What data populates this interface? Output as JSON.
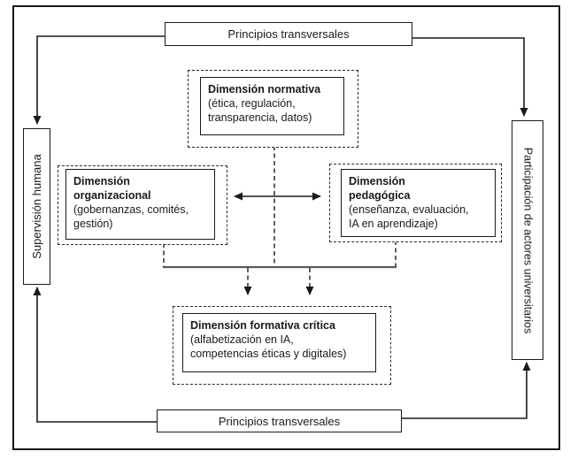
{
  "banners": {
    "top": "Principios transversales",
    "bottom": "Principios transversales"
  },
  "side_labels": {
    "left": "Supervisión humana",
    "right": "Participación de actores universitarios"
  },
  "boxes": {
    "normativa": {
      "title_lines": [
        "Dimensión normativa"
      ],
      "desc_lines": [
        "(ética, regulación,",
        "transparencia, datos)"
      ]
    },
    "organizacional": {
      "title_lines": [
        "Dimensión",
        "organizacional"
      ],
      "desc_lines": [
        "(gobernanzas, comités,",
        "gestión)"
      ]
    },
    "pedagogica": {
      "title_lines": [
        "Dimensión",
        "pedagógica"
      ],
      "desc_lines": [
        "(enseñanza, evaluación,",
        "IA en aprendizaje)"
      ]
    },
    "formativa": {
      "title_lines": [
        "Dimensión formativa crítica"
      ],
      "desc_lines": [
        "(alfabetización en IA,",
        "competencias éticas y digitales)"
      ]
    }
  },
  "colors": {
    "line": "#1a1a1a",
    "dashed": "#2b2b2b",
    "gray_line": "#5a5a5a",
    "background": "#ffffff"
  }
}
